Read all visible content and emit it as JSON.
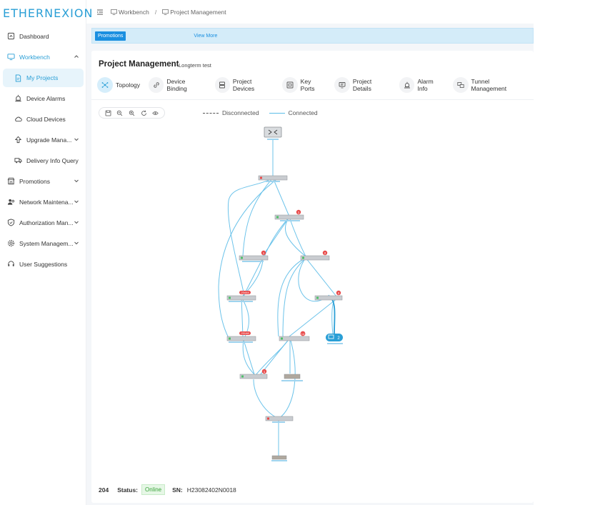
{
  "brand": {
    "logo_text": "ETHERNEXION",
    "color": "#2a9fd6"
  },
  "sidebar": {
    "items": [
      {
        "label": "Dashboard",
        "icon": "dashboard-icon"
      },
      {
        "label": "Workbench",
        "icon": "monitor-icon",
        "expanded": true
      },
      {
        "label": "My Projects",
        "icon": "document-icon",
        "selected": true
      },
      {
        "label": "Device Alarms",
        "icon": "alarm-icon"
      },
      {
        "label": "Cloud Devices",
        "icon": "cloud-icon"
      },
      {
        "label": "Upgrade Mana...",
        "icon": "upgrade-icon"
      },
      {
        "label": "Delivery Info Query",
        "icon": "truck-icon"
      },
      {
        "label": "Promotions",
        "icon": "store-icon"
      },
      {
        "label": "Network Maintena...",
        "icon": "people-icon"
      },
      {
        "label": "Authorization Man...",
        "icon": "shield-icon"
      },
      {
        "label": "System Managem...",
        "icon": "gear-icon"
      },
      {
        "label": "User Suggestions",
        "icon": "headset-icon"
      }
    ]
  },
  "breadcrumb": {
    "first": "Workbench",
    "separator": "/",
    "second": "Project Management"
  },
  "promo": {
    "tag": "Promotions",
    "link": "View More"
  },
  "page": {
    "title": "Project Management",
    "subtitle": "Longterm test"
  },
  "tabs": [
    {
      "label": "Topology",
      "icon": "topology-icon",
      "active": true
    },
    {
      "label": "Device Binding",
      "icon": "link-icon"
    },
    {
      "label": "Project Devices",
      "icon": "server-icon"
    },
    {
      "label": "Key Ports",
      "icon": "port-icon"
    },
    {
      "label": "Project Details",
      "icon": "details-icon"
    },
    {
      "label": "Alarm Info",
      "icon": "alarm-icon"
    },
    {
      "label": "Tunnel Management",
      "icon": "tunnel-icon"
    }
  ],
  "legend": {
    "disconnected": "Disconnected",
    "connected": "Connected"
  },
  "badges": {
    "b1": "1",
    "b2": "2",
    "b3": "1",
    "b4": "2",
    "b5": "3",
    "b6": "1",
    "r1": "23444",
    "r2": "23148",
    "client": "2",
    "hub": "14"
  },
  "footer": {
    "count": "204",
    "status_label": "Status:",
    "status": "Online",
    "sn_label": "SN:",
    "sn": "H23082402N0018"
  },
  "colors": {
    "accent": "#2a9fd6",
    "link_line": "#5bbde8",
    "alarm": "#e84a4a"
  }
}
